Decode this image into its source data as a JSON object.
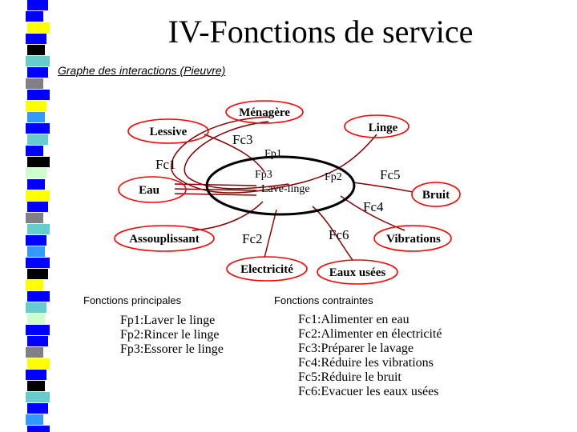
{
  "title": "IV-Fonctions de service",
  "subtitle": "Graphe des interactions (Pieuvre)",
  "colors": {
    "stripe": [
      "#0000ff",
      "#ffff00",
      "#66cccc",
      "#000000",
      "#808080",
      "#3399ff",
      "#ccffcc"
    ],
    "ellipse_stroke": "#ff0000",
    "link_stroke": "#8b0000",
    "center_stroke": "#000000"
  },
  "diagram": {
    "center_label": "Lave-linge",
    "elements": {
      "menagere": "Ménagère",
      "lessive": "Lessive",
      "linge": "Linge",
      "eau": "Eau",
      "bruit": "Bruit",
      "assouplissant": "Assouplissant",
      "vibrations": "Vibrations",
      "electricite": "Electricité",
      "eaux_usees": "Eaux usées"
    },
    "function_labels": {
      "fc3": "Fc3",
      "fp1": "Fp1",
      "fc1": "Fc1",
      "fp3": "Fp3",
      "fp2": "Fp2",
      "fc5": "Fc5",
      "fc4": "Fc4",
      "fc6": "Fc6",
      "fc2": "Fc2"
    }
  },
  "principales": {
    "heading": "Fonctions principales",
    "items": [
      "Fp1:Laver le linge",
      "Fp2:Rincer le linge",
      "Fp3:Essorer le linge"
    ]
  },
  "contraintes": {
    "heading": "Fonctions contraintes",
    "items": [
      "Fc1:Alimenter en eau",
      "Fc2:Alimenter en électricité",
      "Fc3:Préparer le lavage",
      "Fc4:Réduire les vibrations",
      "Fc5:Réduire le bruit",
      "Fc6:Evacuer les eaux usées"
    ]
  }
}
